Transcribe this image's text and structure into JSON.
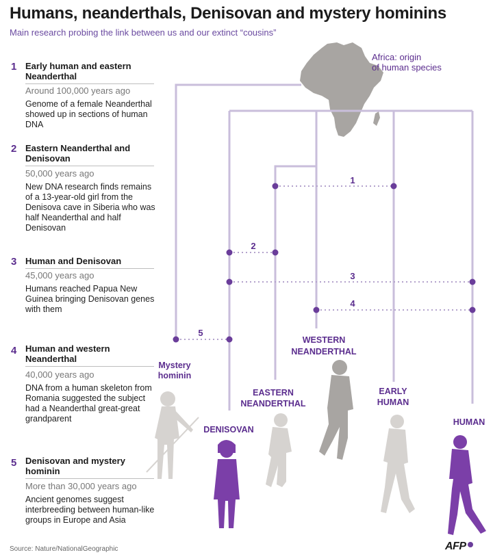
{
  "header": {
    "title": "Humans, neanderthals, Denisovan and mystery hominins",
    "subtitle": "Main research probing the link between us and our extinct “cousins”"
  },
  "africa": {
    "label_line1": "Africa: origin",
    "label_line2": "of human species"
  },
  "events": [
    {
      "number": "1",
      "title": "Early human and eastern Neanderthal",
      "time": "Around 100,000 years ago",
      "description": "Genome of a female Neanderthal showed up in sections of human DNA"
    },
    {
      "number": "2",
      "title": "Eastern Neanderthal and Denisovan",
      "time": "50,000 years ago",
      "description": "New DNA research finds remains of a 13-year-old girl from the Denisova cave in Siberia who was half Neanderthal and half Denisovan"
    },
    {
      "number": "3",
      "title": "Human and Denisovan",
      "time": "45,000 years ago",
      "description": "Humans reached Papua New Guinea bringing Denisovan genes with them"
    },
    {
      "number": "4",
      "title": "Human and western Neanderthal",
      "time": "40,000 years ago",
      "description": "DNA from a human skeleton from Romania suggested the subject had a Neanderthal great-great grandparent"
    },
    {
      "number": "5",
      "title": "Denisovan and mystery hominin",
      "time": "More than 30,000 years ago",
      "description": "Ancient genomes suggest interbreeding between human-like groups in Europe and Asia"
    }
  ],
  "species": {
    "mystery": {
      "line1": "Mystery",
      "line2": "hominin"
    },
    "denisovan": {
      "line1": "DENISOVAN"
    },
    "eastern": {
      "line1": "EASTERN",
      "line2": "NEANDERTHAL"
    },
    "western": {
      "line1": "WESTERN",
      "line2": "NEANDERTHAL"
    },
    "early": {
      "line1": "EARLY",
      "line2": "HUMAN"
    },
    "human": {
      "line1": "HUMAN"
    }
  },
  "links": [
    {
      "number": "1",
      "from": "EASTERN NEANDERTHAL",
      "to": "EARLY HUMAN"
    },
    {
      "number": "2",
      "from": "DENISOVAN",
      "to": "EASTERN NEANDERTHAL"
    },
    {
      "number": "3",
      "from": "DENISOVAN",
      "to": "HUMAN"
    },
    {
      "number": "4",
      "from": "WESTERN NEANDERTHAL",
      "to": "HUMAN"
    },
    {
      "number": "5",
      "from": "Mystery hominin",
      "to": "DENISOVAN"
    }
  ],
  "footer": {
    "source": "Source: Nature/NationalGeographic",
    "logo": "AFP"
  },
  "colors": {
    "accent_purple": "#5b2d8e",
    "line_lavender": "#c9bedb",
    "dot_purple": "#6a3d9a",
    "figure_grey": "#a8a5a2",
    "figure_light": "#d6d3d0",
    "figure_purple": "#7b3fa8"
  }
}
